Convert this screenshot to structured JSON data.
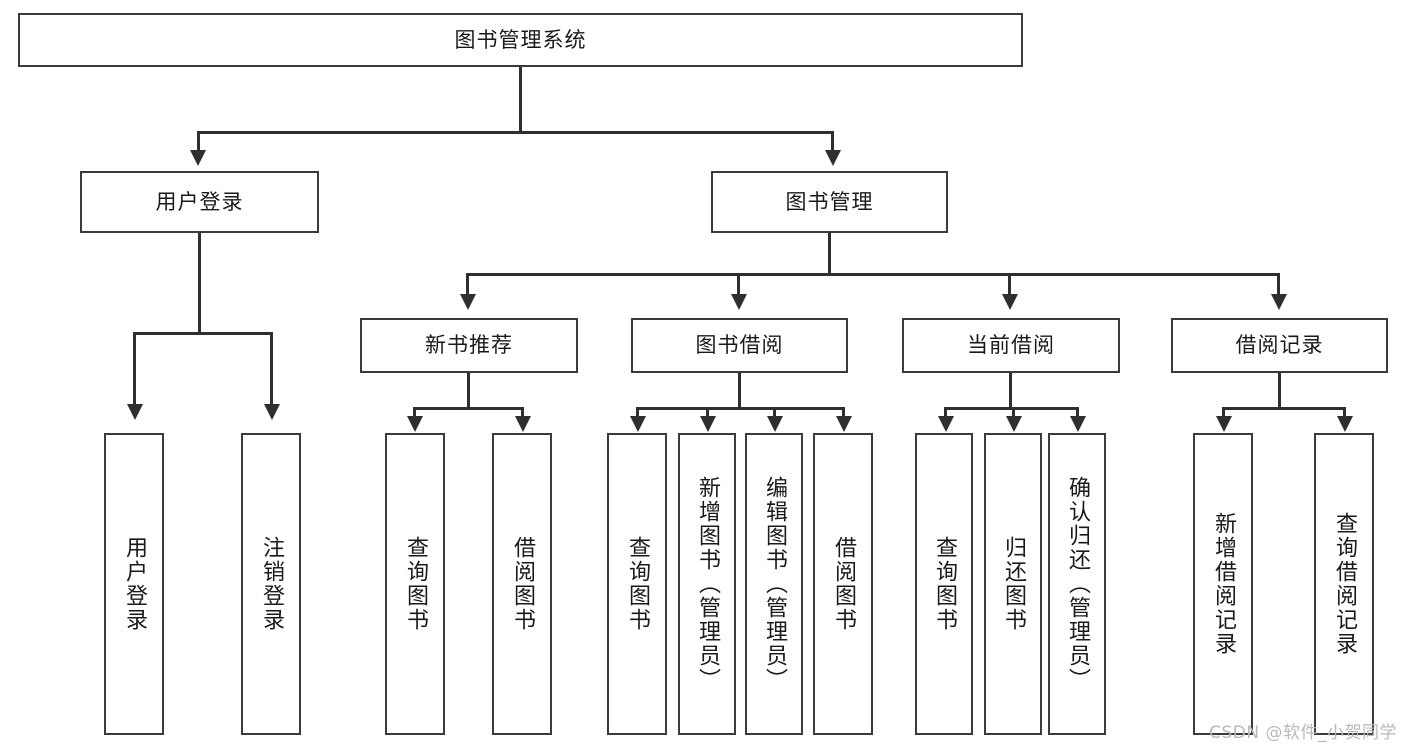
{
  "diagram": {
    "title": "图书管理系统",
    "type": "hierarchy-tree",
    "root": {
      "label": "图书管理系统"
    },
    "level2": [
      {
        "label": "用户登录"
      },
      {
        "label": "图书管理"
      }
    ],
    "level3": [
      {
        "label": "新书推荐"
      },
      {
        "label": "图书借阅"
      },
      {
        "label": "当前借阅"
      },
      {
        "label": "借阅记录"
      }
    ],
    "leaves": {
      "user_login": [
        {
          "label": "用户登录"
        },
        {
          "label": "注销登录"
        }
      ],
      "new_book_recommend": [
        {
          "label": "查询图书"
        },
        {
          "label": "借阅图书"
        }
      ],
      "book_borrow": [
        {
          "label": "查询图书"
        },
        {
          "label": "新增图书（管理员）"
        },
        {
          "label": "编辑图书（管理员）"
        },
        {
          "label": "借阅图书"
        }
      ],
      "current_borrow": [
        {
          "label": "查询图书"
        },
        {
          "label": "归还图书"
        },
        {
          "label": "确认归还（管理员）"
        }
      ],
      "borrow_record": [
        {
          "label": "新增借阅记录"
        },
        {
          "label": "查询借阅记录"
        }
      ]
    }
  },
  "watermark": {
    "text": "CSDN @软件_小贺同学"
  },
  "colors": {
    "box_border": "#3a3a3a",
    "line": "#2f2f2f",
    "text": "#1a1a1a",
    "background": "#ffffff",
    "watermark": "#b9b9b9"
  }
}
